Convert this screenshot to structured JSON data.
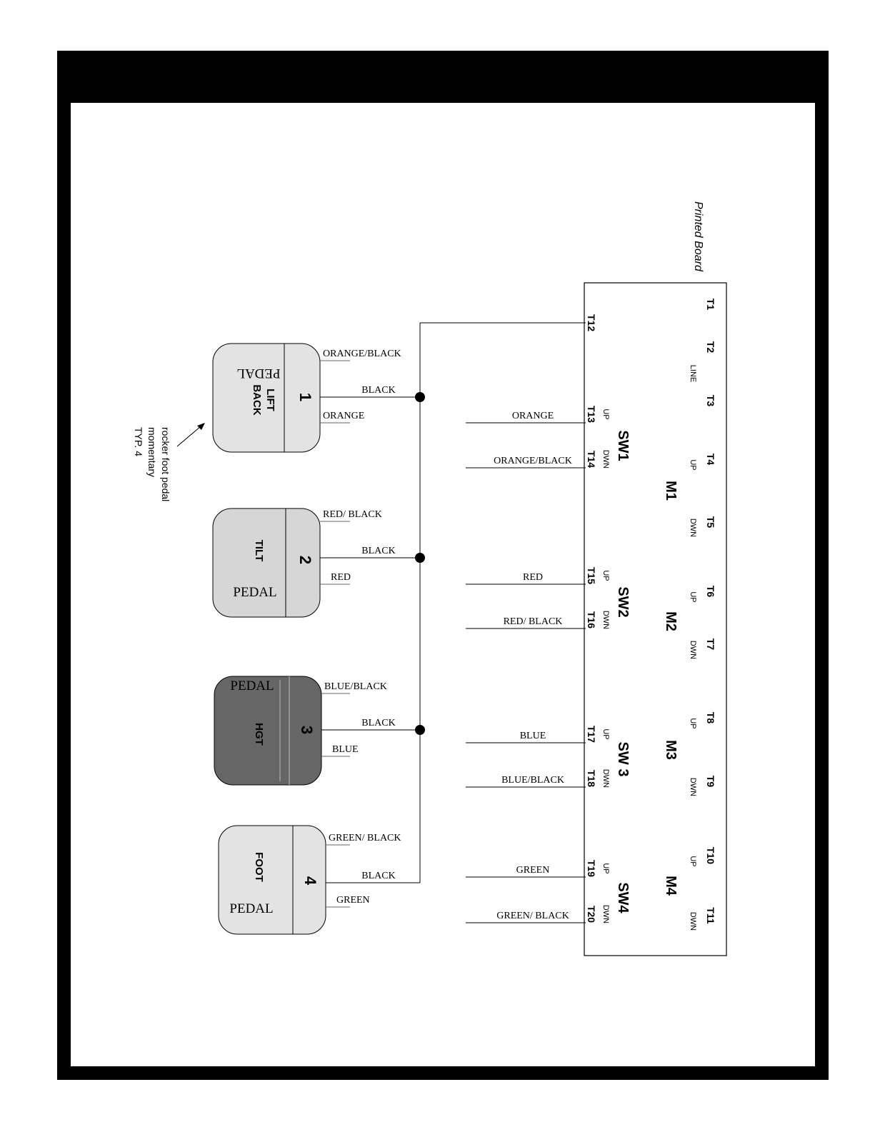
{
  "board": {
    "title": "Printed Board",
    "terminals_top": [
      {
        "id": "T1",
        "sub": ""
      },
      {
        "id": "T2",
        "sub": "LINE"
      },
      {
        "id": "T3",
        "sub": ""
      },
      {
        "id": "T4",
        "sub": "UP"
      },
      {
        "id": "T5",
        "sub": "DWN"
      },
      {
        "id": "T6",
        "sub": "UP"
      },
      {
        "id": "T7",
        "sub": "DWN"
      },
      {
        "id": "T8",
        "sub": "UP"
      },
      {
        "id": "T9",
        "sub": "DWN"
      },
      {
        "id": "T10",
        "sub": "UP"
      },
      {
        "id": "T11",
        "sub": "DWN"
      }
    ],
    "motors": [
      "M1",
      "M2",
      "M3",
      "M4"
    ],
    "switches": [
      "SW1",
      "SW2",
      "SW 3",
      "SW4"
    ],
    "common_terminal": "T12",
    "switch_terminals": [
      {
        "id": "T13",
        "dir": "UP",
        "wire": "ORANGE"
      },
      {
        "id": "T14",
        "dir": "DWN",
        "wire": "ORANGE/BLACK"
      },
      {
        "id": "T15",
        "dir": "UP",
        "wire": "RED"
      },
      {
        "id": "T16",
        "dir": "DWN",
        "wire": "RED/ BLACK"
      },
      {
        "id": "T17",
        "dir": "UP",
        "wire": "BLUE"
      },
      {
        "id": "T18",
        "dir": "DWN",
        "wire": "BLUE/BLACK"
      },
      {
        "id": "T19",
        "dir": "UP",
        "wire": "GREEN"
      },
      {
        "id": "T20",
        "dir": "DWN",
        "wire": "GREEN/ BLACK"
      }
    ]
  },
  "pedals": [
    {
      "number": "1",
      "name": "LIFT BACK",
      "pedal_label": "PEDAL",
      "wires": [
        "ORANGE/BLACK",
        "BLACK",
        "ORANGE"
      ],
      "fill": "#e3e3e3"
    },
    {
      "number": "2",
      "name": "TILT",
      "pedal_label": "PEDAL",
      "wires": [
        "RED/ BLACK",
        "BLACK",
        "RED"
      ],
      "fill": "#d6d6d6"
    },
    {
      "number": "3",
      "name": "HGT",
      "pedal_label": "PEDAL",
      "wires": [
        "BLUE/BLACK",
        "BLACK",
        "BLUE"
      ],
      "fill": "#666666"
    },
    {
      "number": "4",
      "name": "FOOT",
      "pedal_label": "PEDAL",
      "wires": [
        "GREEN/ BLACK",
        "BLACK",
        "GREEN"
      ],
      "fill": "#e3e3e3"
    }
  ],
  "annotation": {
    "lines": [
      "rocker foot pedal",
      "momentary",
      "TYP. 4"
    ]
  }
}
